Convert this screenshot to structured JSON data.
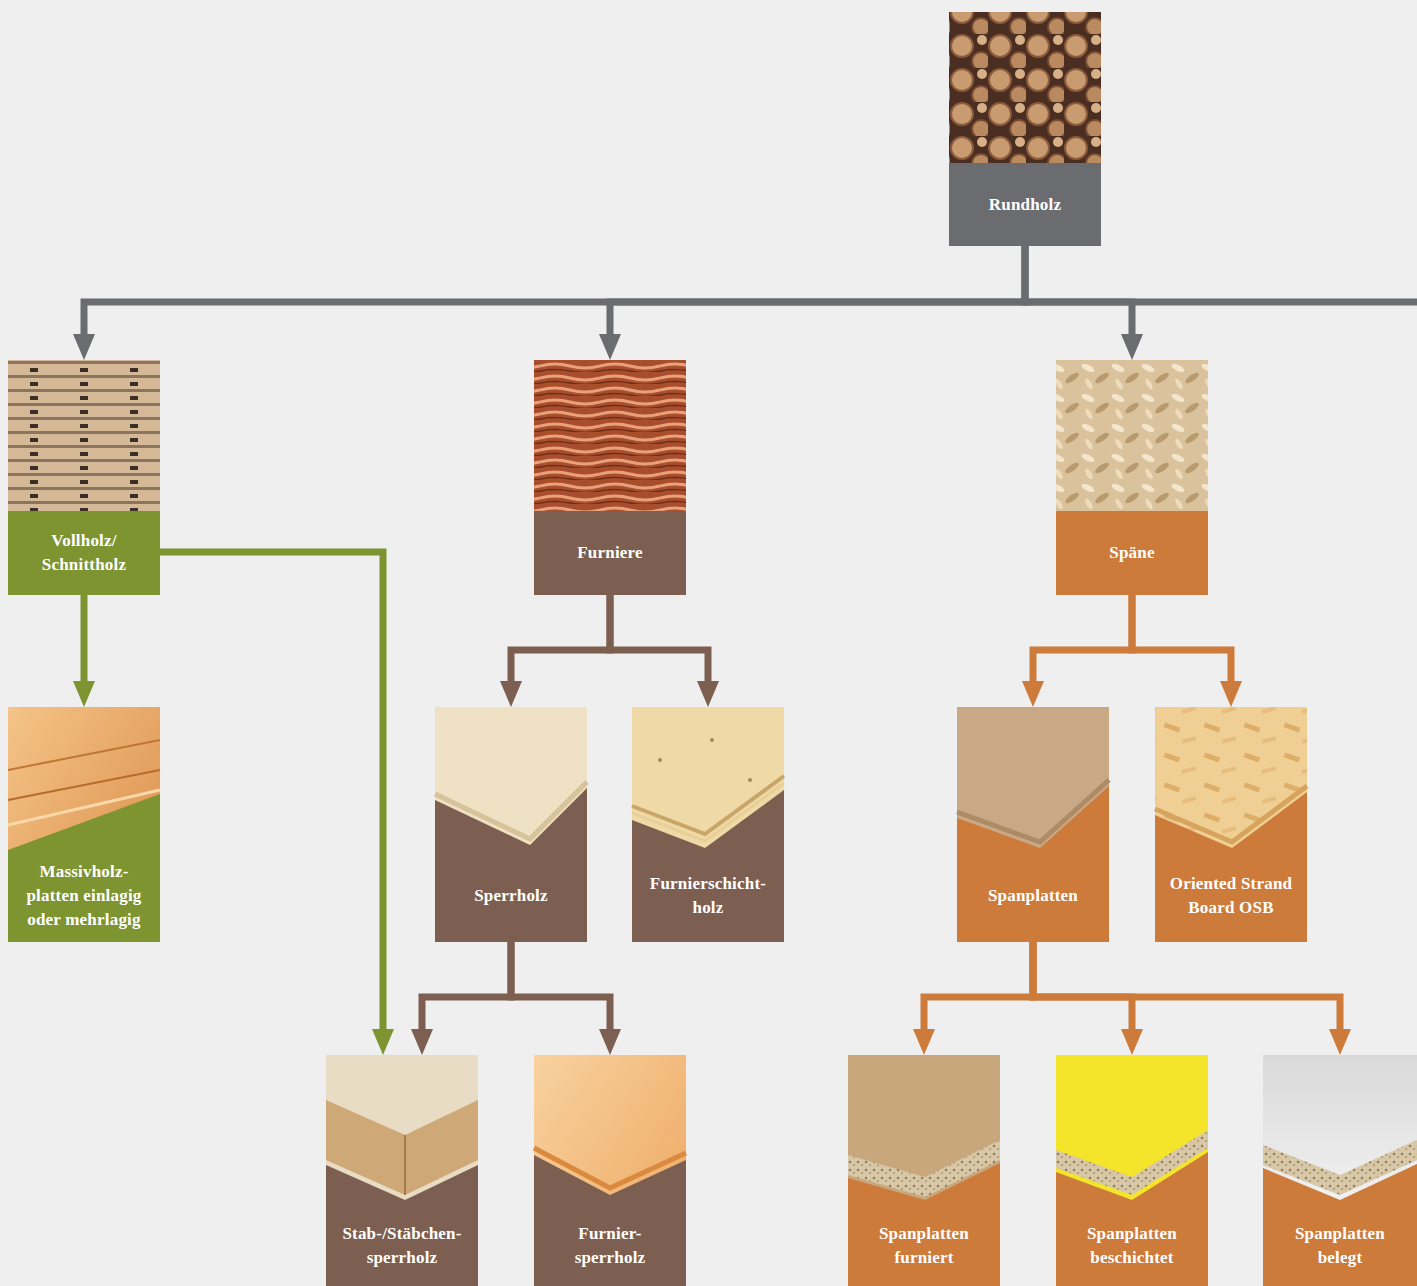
{
  "diagram": {
    "nodes": [
      {
        "text": [
          "Rundholz"
        ]
      },
      {
        "text": [
          "Vollholz/ Schnittholz"
        ]
      },
      {
        "text": [
          "Furniere"
        ]
      },
      {
        "text": [
          "Späne"
        ]
      },
      {
        "text": [
          "Massivholz- platten einlagig oder mehrlagig"
        ]
      },
      {
        "text": [
          "Sperrholz"
        ]
      },
      {
        "text": [
          "Furnierschicht- holz"
        ]
      },
      {
        "text": [
          "Spanplatten"
        ]
      },
      {
        "text": [
          "Oriented Strand Board OSB"
        ]
      },
      {
        "text": [
          "Stab-/Stäbchen- sperrholz"
        ]
      },
      {
        "text": [
          "Furnier- sperrholz"
        ]
      },
      {
        "text": [
          "Spanplatten furniert"
        ]
      },
      {
        "text": [
          "Spanplatten beschichtet"
        ]
      },
      {
        "text": [
          "Spanplatten belegt"
        ]
      }
    ],
    "edges": [
      {
        "from": 0,
        "to": 1,
        "arrow": "to"
      },
      {
        "from": 0,
        "to": 2,
        "arrow": "to"
      },
      {
        "from": 0,
        "to": 3,
        "arrow": "to"
      },
      {
        "from": 1,
        "to": 4,
        "arrow": "to"
      },
      {
        "from": 1,
        "to": 9,
        "arrow": "to"
      },
      {
        "from": 2,
        "to": 5,
        "arrow": "to"
      },
      {
        "from": 2,
        "to": 6,
        "arrow": "to"
      },
      {
        "from": 3,
        "to": 7,
        "arrow": "to"
      },
      {
        "from": 3,
        "to": 8,
        "arrow": "to"
      },
      {
        "from": 5,
        "to": 9,
        "arrow": "to"
      },
      {
        "from": 5,
        "to": 10,
        "arrow": "to"
      },
      {
        "from": 7,
        "to": 11,
        "arrow": "to"
      },
      {
        "from": 7,
        "to": 12,
        "arrow": "to"
      },
      {
        "from": 7,
        "to": 13,
        "arrow": "to"
      }
    ]
  }
}
